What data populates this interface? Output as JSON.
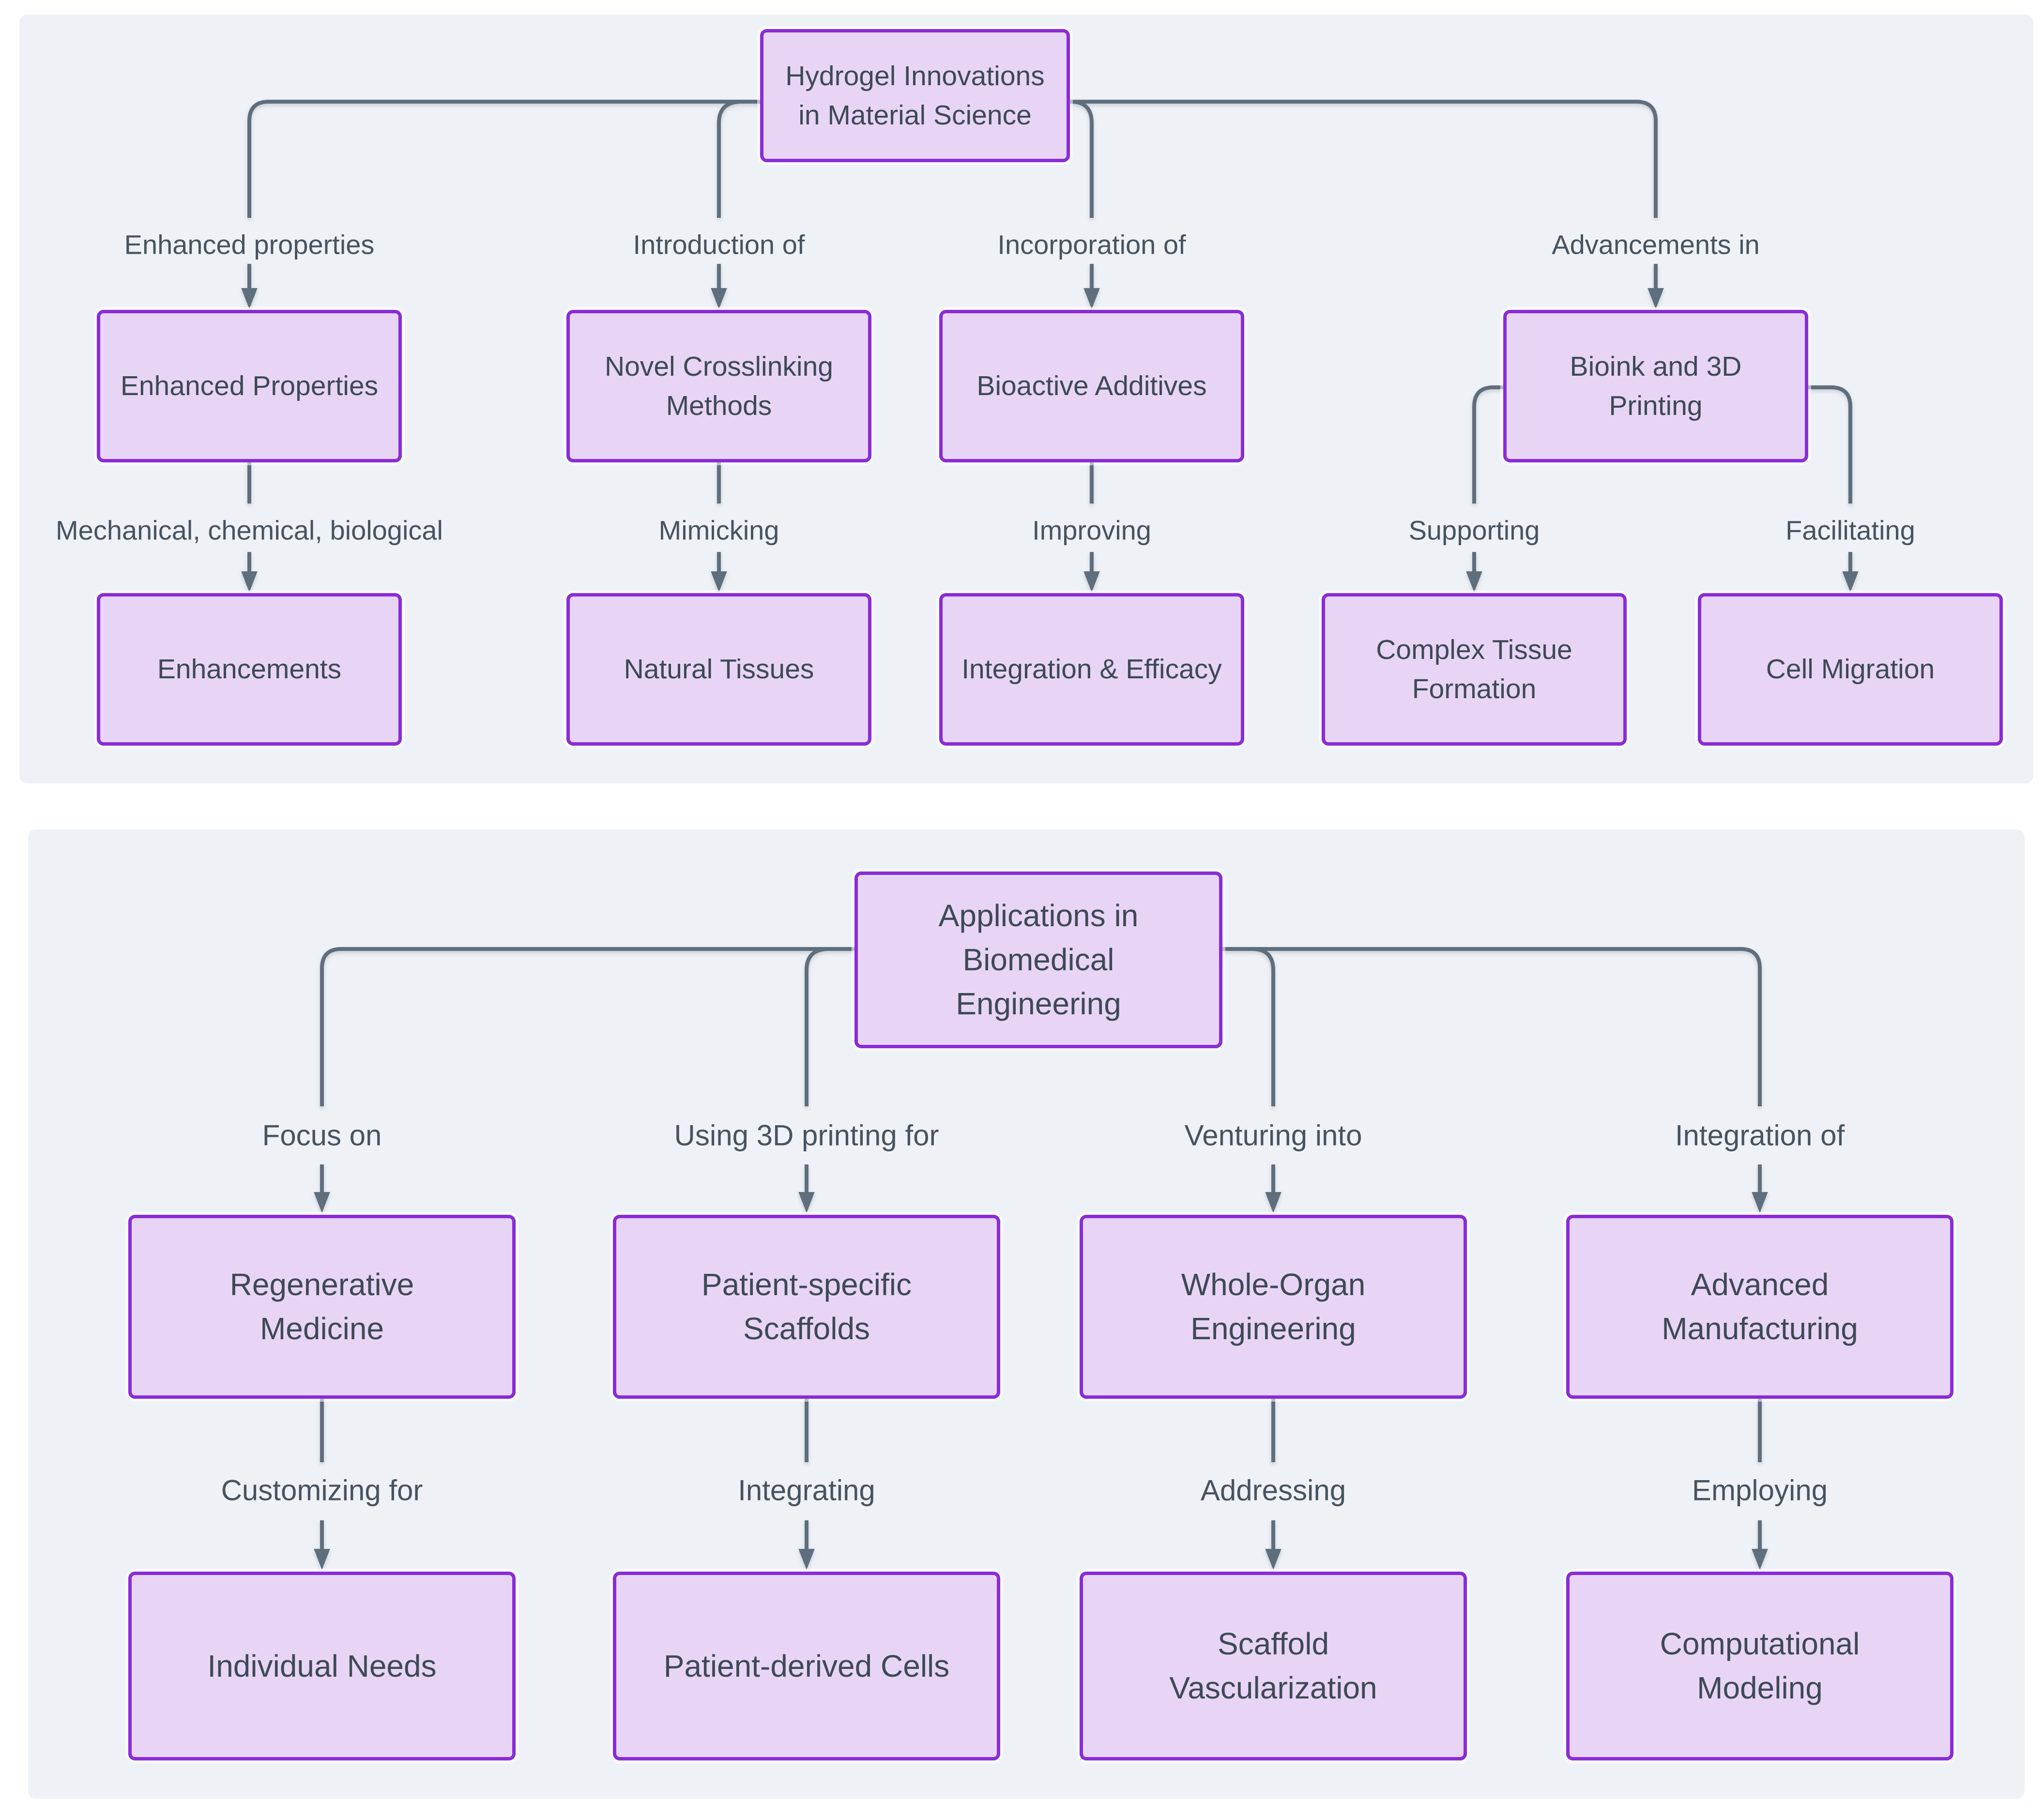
{
  "colors": {
    "page_background": "#ffffff",
    "panel_background": "#eef2f7",
    "node_fill": "#e8d5f6",
    "node_border": "#8a2bd7",
    "node_text": "#3e4956",
    "edge_line": "#5f6e7d",
    "edge_label_text": "#47535e"
  },
  "d1": {
    "root": "Hydrogel Innovations in Material Science",
    "edges_l1": {
      "c1": "Enhanced properties",
      "c2": "Introduction of",
      "c3": "Incorporation of",
      "c4": "Advancements in"
    },
    "nodes_l1": {
      "c1": "Enhanced Properties",
      "c2": "Novel Crosslinking Methods",
      "c3": "Bioactive Additives",
      "c4": "Bioink and 3D Printing"
    },
    "edges_l2": {
      "c1": "Mechanical, chemical, biological",
      "c2": "Mimicking",
      "c3": "Improving",
      "c4a": "Supporting",
      "c4b": "Facilitating"
    },
    "nodes_l2": {
      "c1": "Enhancements",
      "c2": "Natural Tissues",
      "c3": "Integration & Efficacy",
      "c4a": "Complex Tissue Formation",
      "c4b": "Cell Migration"
    }
  },
  "d2": {
    "root": "Applications in Biomedical Engineering",
    "edges_l1": {
      "c1": "Focus on",
      "c2": "Using 3D printing for",
      "c3": "Venturing into",
      "c4": "Integration of"
    },
    "nodes_l1": {
      "c1": "Regenerative Medicine",
      "c2": "Patient-specific Scaffolds",
      "c3": "Whole-Organ Engineering",
      "c4": "Advanced Manufacturing"
    },
    "edges_l2": {
      "c1": "Customizing for",
      "c2": "Integrating",
      "c3": "Addressing",
      "c4": "Employing"
    },
    "nodes_l2": {
      "c1": "Individual Needs",
      "c2": "Patient-derived Cells",
      "c3": "Scaffold Vascularization",
      "c4": "Computational Modeling"
    }
  }
}
